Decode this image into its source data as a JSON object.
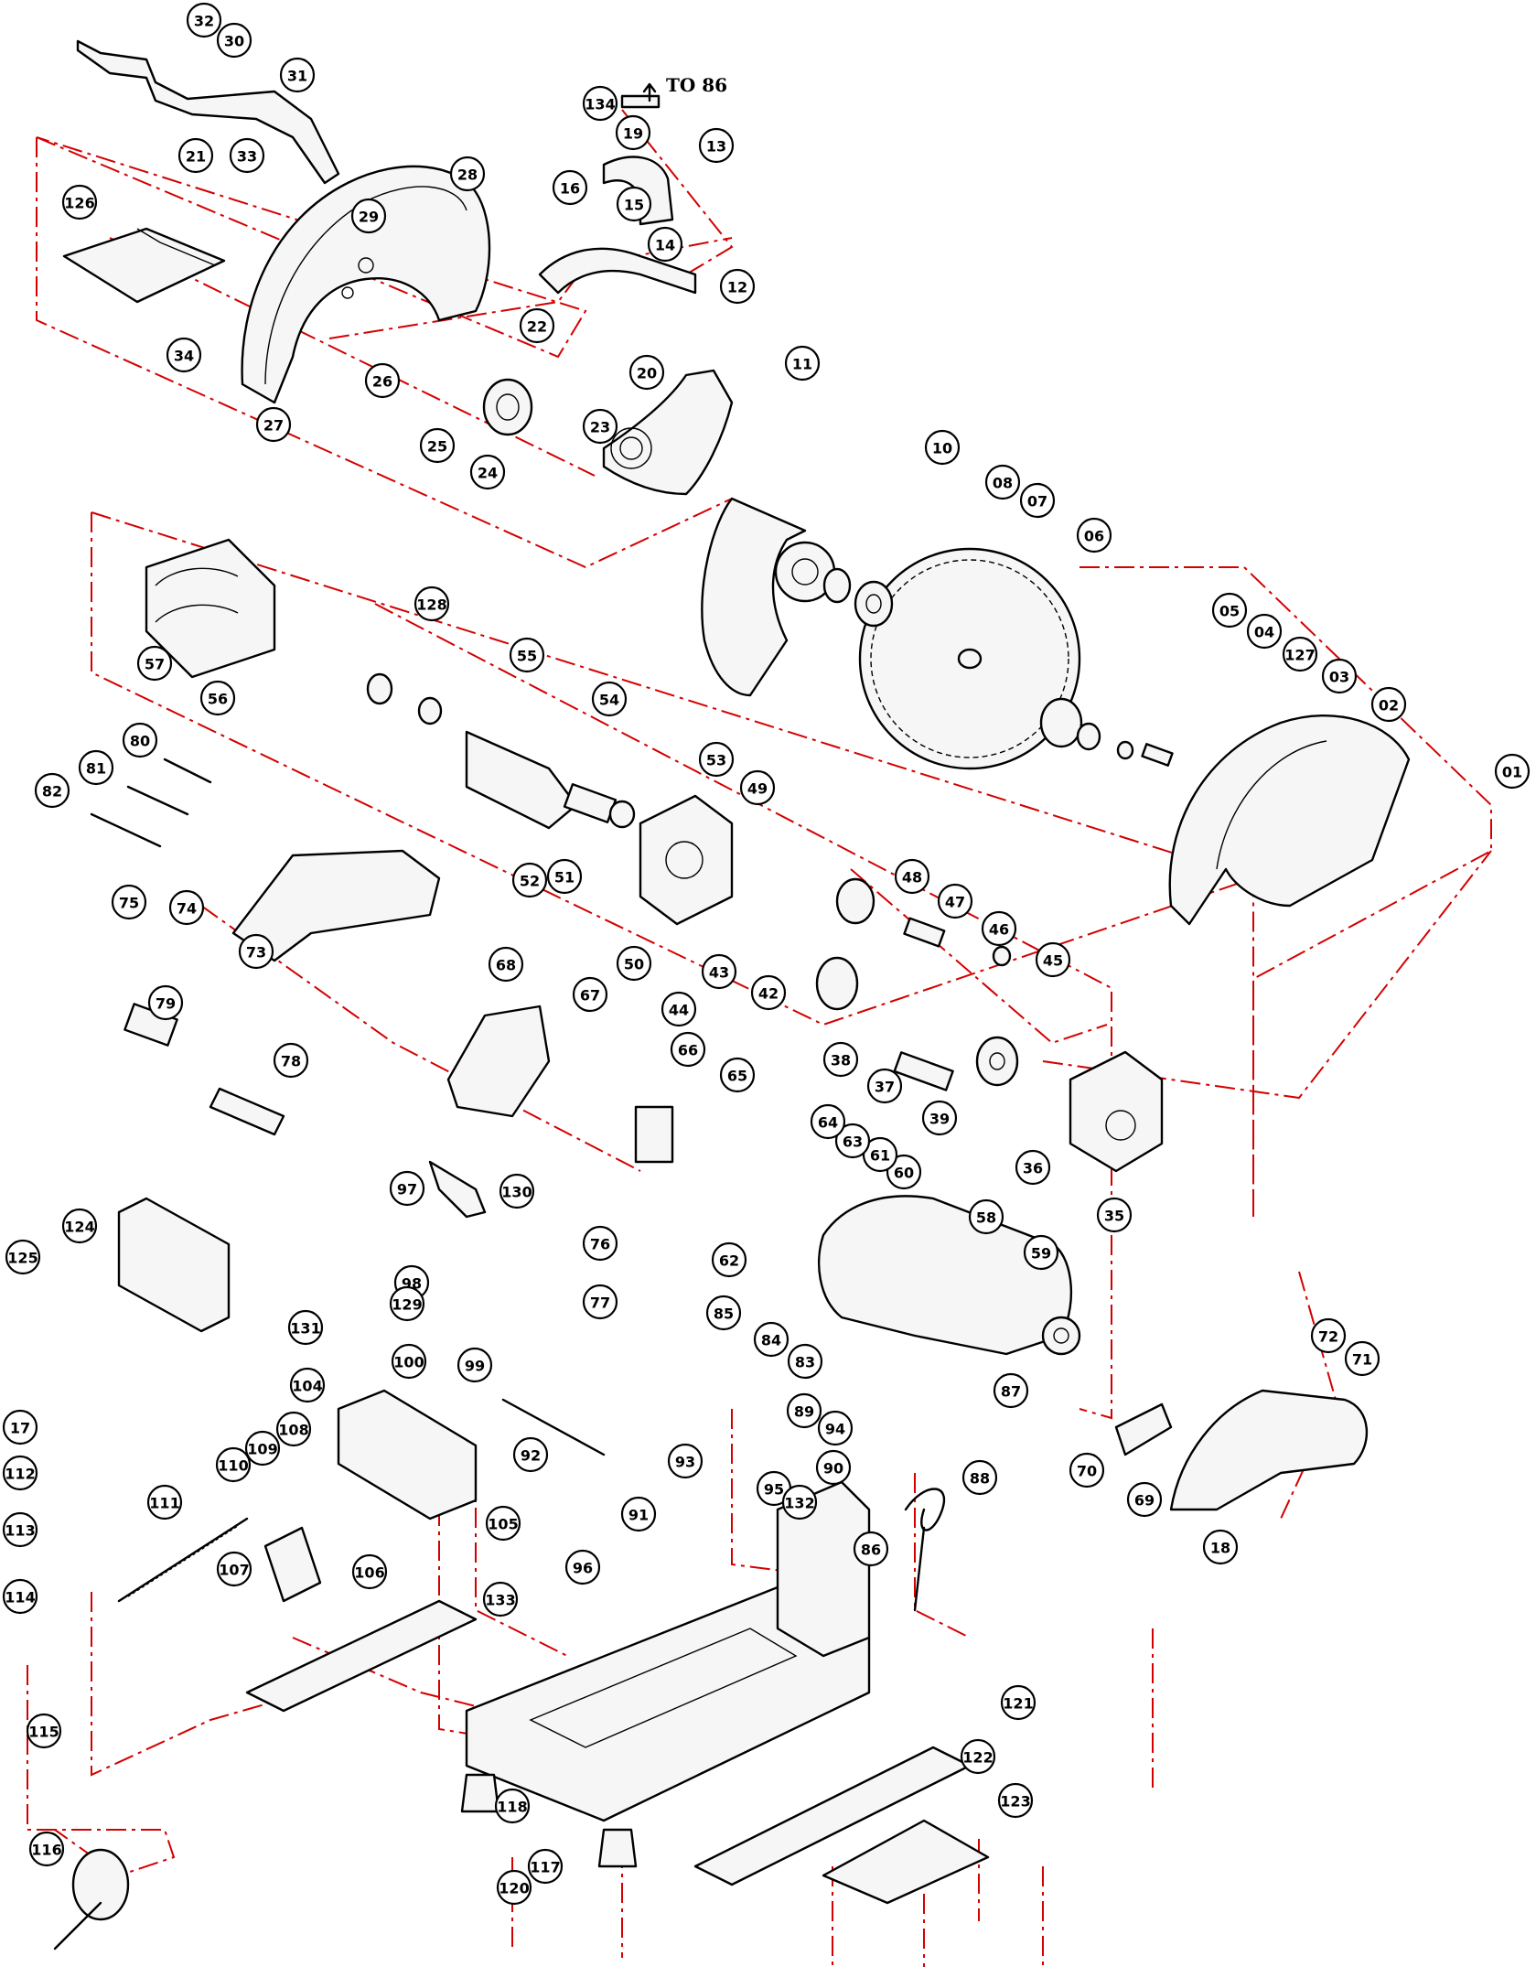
{
  "diagram": {
    "ref_note": "TO 86",
    "colors": {
      "guide": "#d40000",
      "line": "#000000",
      "background": "#ffffff"
    },
    "callouts": [
      "01",
      "02",
      "03",
      "04",
      "05",
      "06",
      "07",
      "08",
      "10",
      "11",
      "12",
      "13",
      "14",
      "15",
      "16",
      "17",
      "18",
      "19",
      "20",
      "21",
      "22",
      "23",
      "24",
      "25",
      "26",
      "27",
      "28",
      "29",
      "30",
      "31",
      "32",
      "33",
      "34",
      "35",
      "36",
      "37",
      "38",
      "39",
      "42",
      "43",
      "44",
      "45",
      "46",
      "47",
      "48",
      "49",
      "50",
      "51",
      "52",
      "53",
      "54",
      "55",
      "56",
      "57",
      "58",
      "59",
      "60",
      "61",
      "62",
      "63",
      "64",
      "65",
      "66",
      "67",
      "68",
      "69",
      "70",
      "71",
      "72",
      "73",
      "74",
      "75",
      "76",
      "77",
      "78",
      "79",
      "80",
      "81",
      "82",
      "83",
      "84",
      "85",
      "86",
      "87",
      "88",
      "89",
      "90",
      "91",
      "92",
      "93",
      "94",
      "95",
      "96",
      "97",
      "98",
      "99",
      "100",
      "104",
      "105",
      "106",
      "107",
      "108",
      "109",
      "110",
      "111",
      "112",
      "113",
      "114",
      "115",
      "116",
      "117",
      "118",
      "120",
      "121",
      "122",
      "123",
      "124",
      "125",
      "126",
      "127",
      "128",
      "129",
      "130",
      "131",
      "132",
      "133",
      "134"
    ]
  }
}
